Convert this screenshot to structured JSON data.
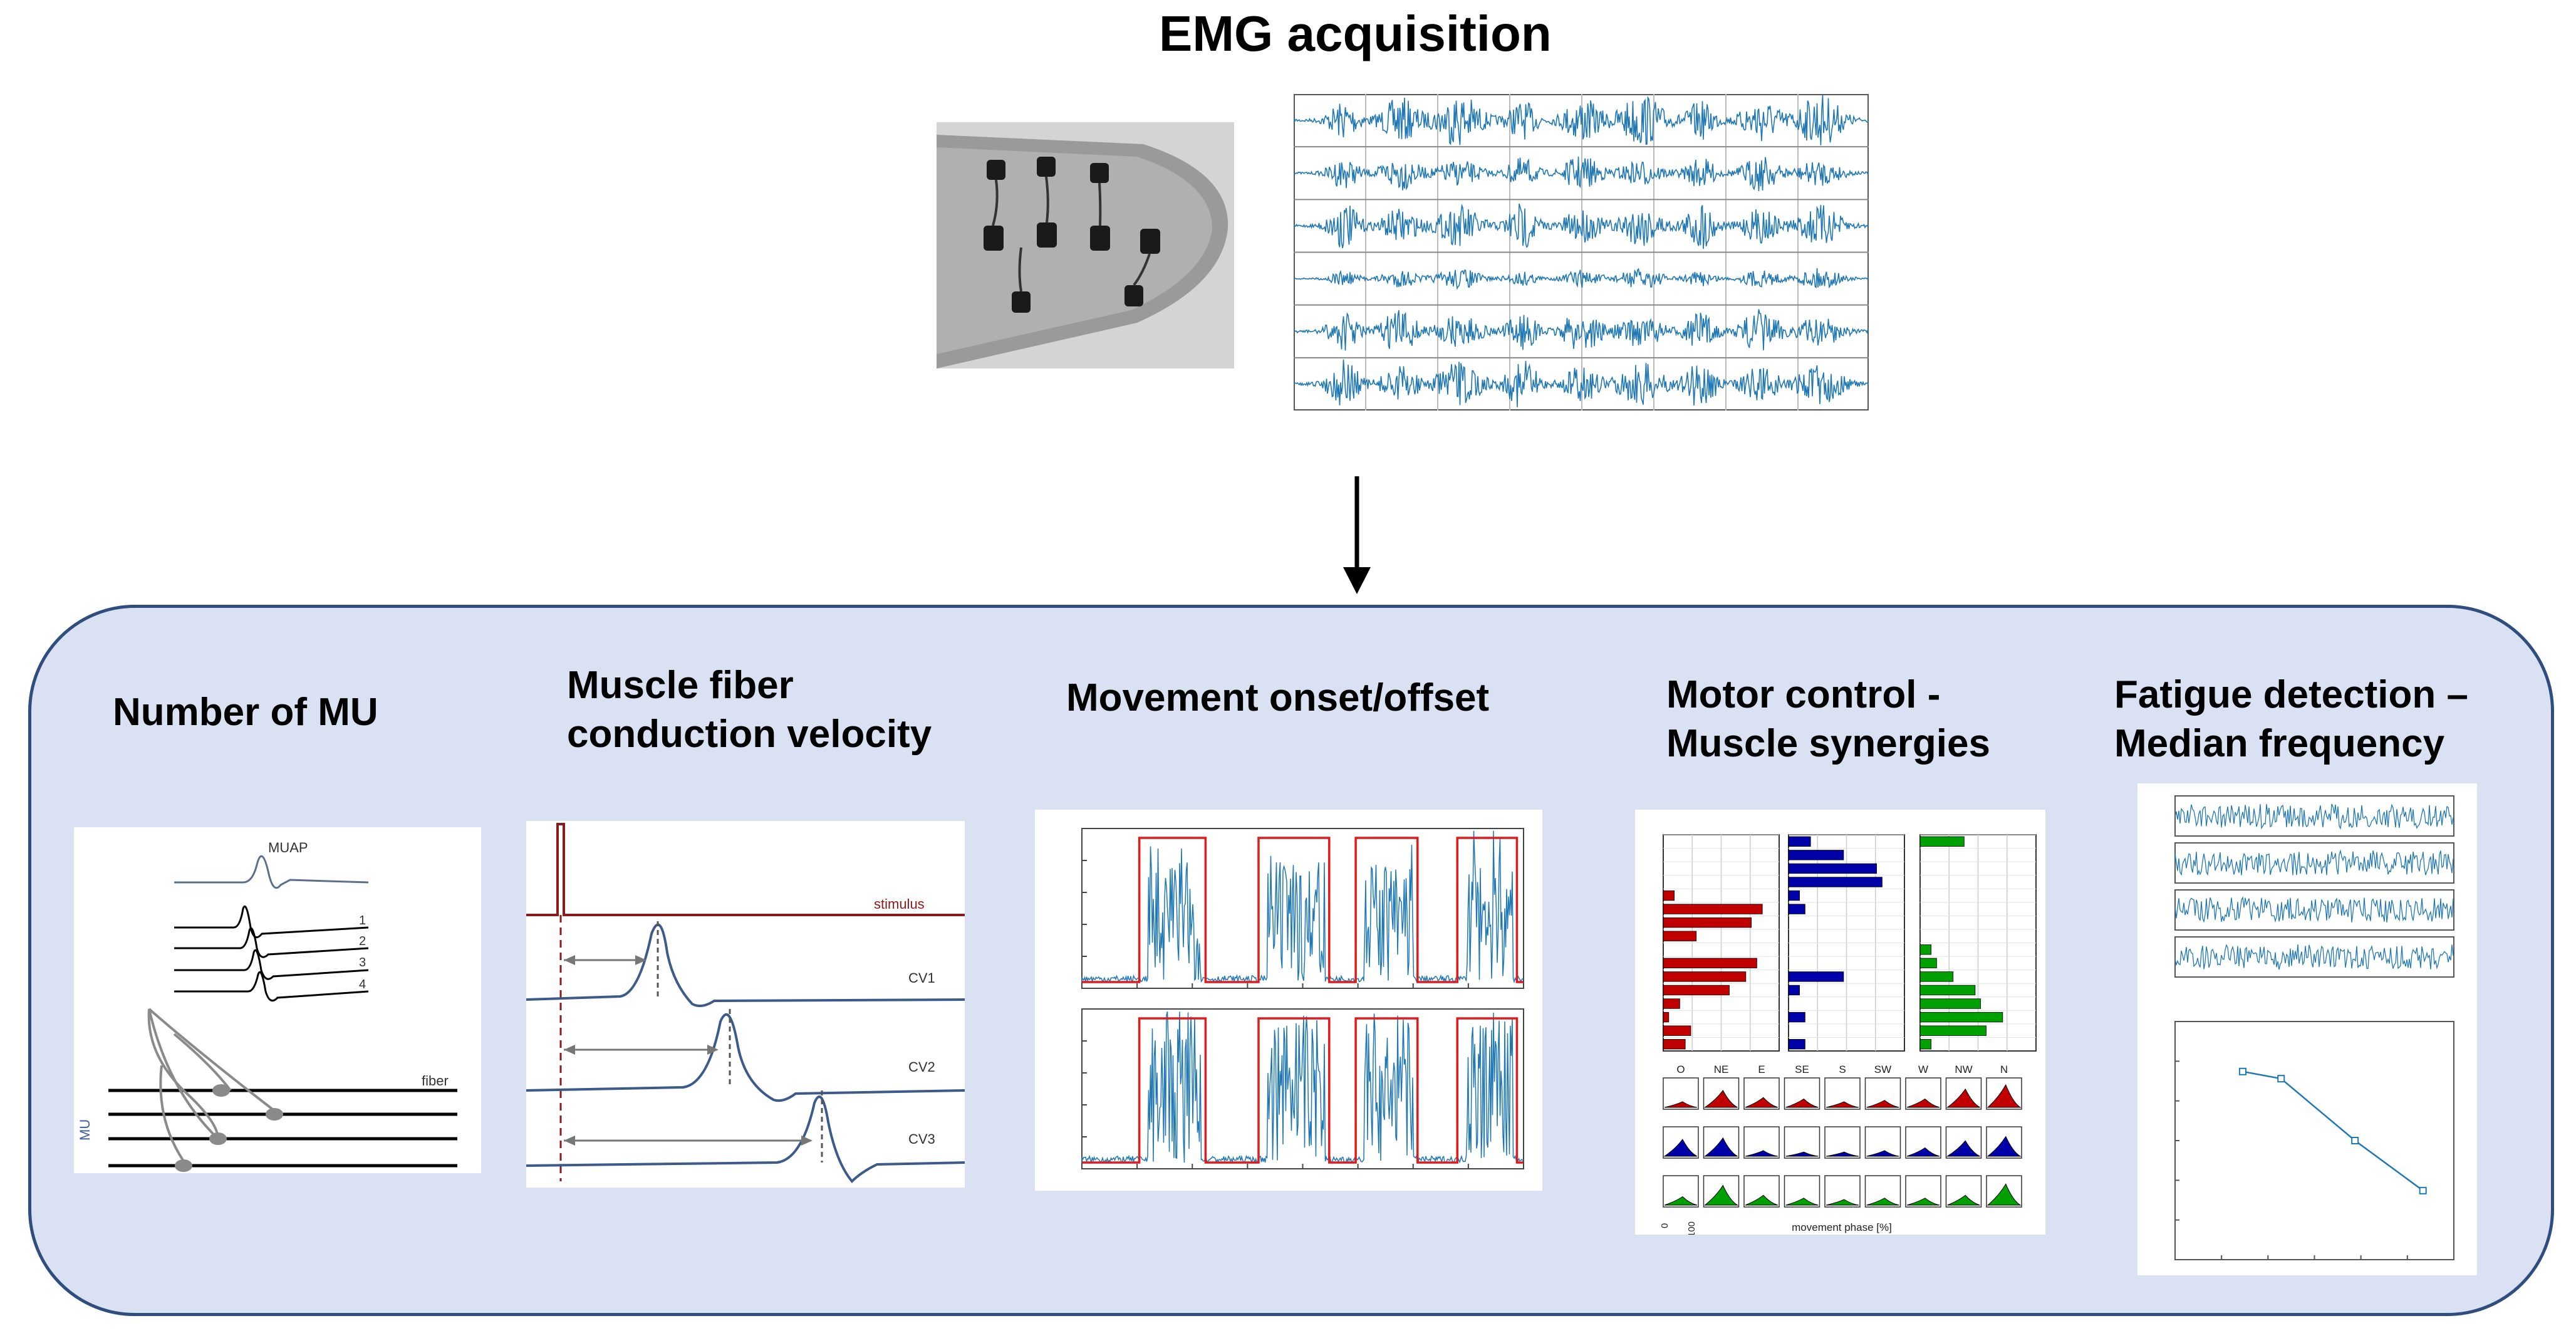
{
  "header": {
    "title": "EMG acquisition"
  },
  "panels": {
    "mu": {
      "title": "Number of MU",
      "labels": {
        "muap": "MUAP",
        "t1": "1",
        "t2": "2",
        "t3": "3",
        "t4": "4",
        "fiber": "fiber",
        "mu": "MU"
      }
    },
    "cv": {
      "title_line1": "Muscle fiber",
      "title_line2": "conduction velocity",
      "labels": {
        "stimulus": "stimulus",
        "cv1": "CV1",
        "cv2": "CV2",
        "cv3": "CV3"
      }
    },
    "onset": {
      "title": "Movement onset/offset"
    },
    "synergy": {
      "title_line1": "Motor control -",
      "title_line2": "Muscle synergies",
      "directions": [
        "O",
        "NE",
        "E",
        "SE",
        "S",
        "SW",
        "W",
        "NW",
        "N"
      ],
      "axis_zero": "0",
      "axis_hundred": "100",
      "axis_label": "movement phase [%]"
    },
    "fatigue": {
      "title_line1": "Fatigue detection –",
      "title_line2": "Median frequency"
    }
  },
  "colors": {
    "emg_blue": "#1f77b4",
    "panel_bg": "#d9e1f2",
    "panel_border": "#2f4d7e",
    "stimulus_red": "#8b1a1a",
    "envelope_red": "#e31a1c",
    "syn_red": "#c00000",
    "syn_blue": "#0000a8",
    "syn_green": "#00a000"
  }
}
